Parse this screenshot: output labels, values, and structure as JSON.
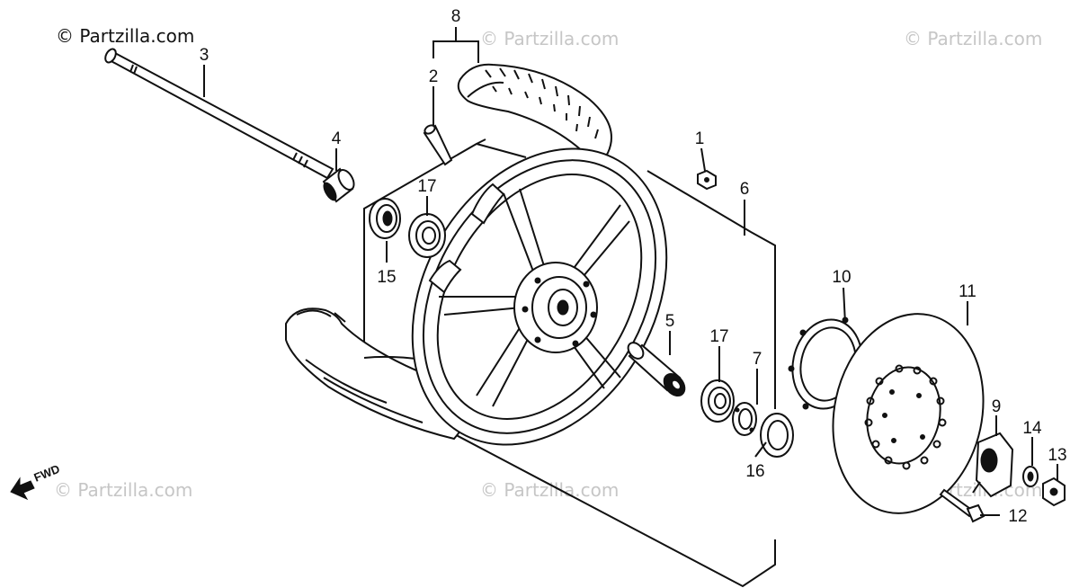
{
  "watermarks": {
    "top_left": "© Partzilla.com",
    "repeated": "© Partzilla.com"
  },
  "direction_label": "FWD",
  "icons": {
    "forward_arrow": "fwd-arrow-icon"
  },
  "colors": {
    "ink": "#111111",
    "watermark": "#c6c6c6",
    "background": "#ffffff"
  },
  "callouts": {
    "p1": "1",
    "p2": "2",
    "p3": "3",
    "p4": "4",
    "p5": "5",
    "p6": "6",
    "p7": "7",
    "p8": "8",
    "p9": "9",
    "p10": "10",
    "p11": "11",
    "p12": "12",
    "p13": "13",
    "p14": "14",
    "p15": "15",
    "p16": "16",
    "p17a": "17",
    "p17b": "17"
  }
}
